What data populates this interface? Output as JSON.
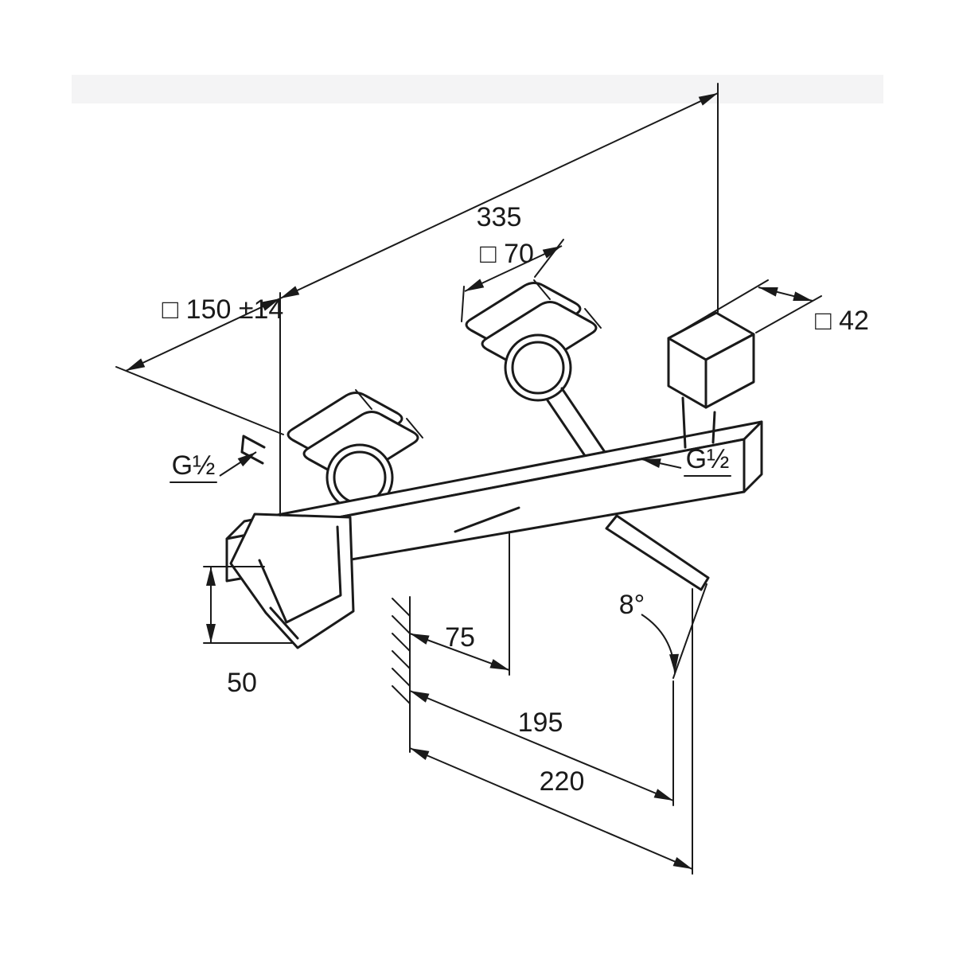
{
  "labels": {
    "dim_335": "335",
    "dim_70": "□ 70",
    "dim_150": "□ 150 ±14",
    "dim_42": "□ 42",
    "thread_left": "G½",
    "thread_right": "G½",
    "dim_75": "75",
    "dim_50": "50",
    "angle": "8°",
    "dim_195": "195",
    "dim_220": "220"
  },
  "colors": {
    "line": "#1a1a1a",
    "background": "#ffffff",
    "band": "#f4f4f5"
  }
}
